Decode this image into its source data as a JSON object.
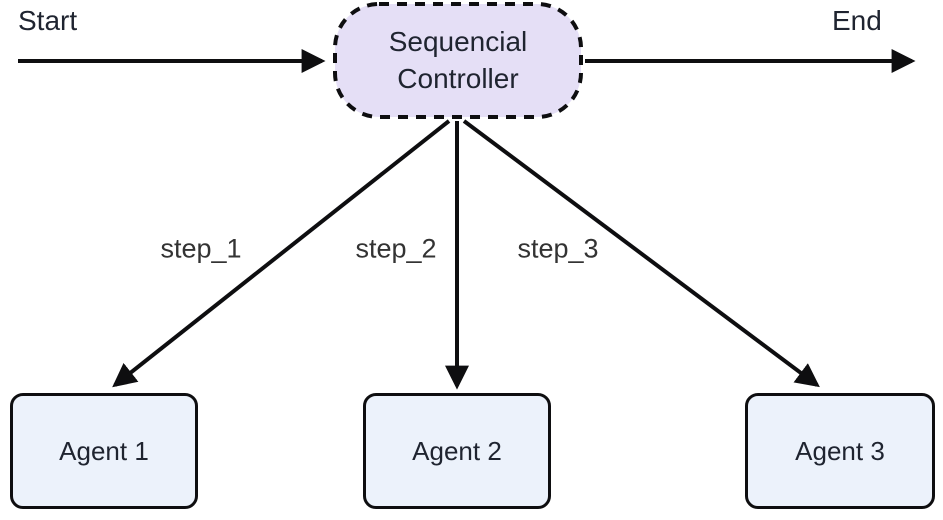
{
  "diagram": {
    "start_label": "Start",
    "end_label": "End",
    "controller": {
      "line1": "Sequencial",
      "line2": "Controller"
    },
    "edges": [
      {
        "label": "step_1"
      },
      {
        "label": "step_2"
      },
      {
        "label": "step_3"
      }
    ],
    "agents": [
      {
        "label": "Agent 1"
      },
      {
        "label": "Agent 2"
      },
      {
        "label": "Agent 3"
      }
    ],
    "colors": {
      "controller_fill": "#e5dff6",
      "agent_fill": "#ecf2fb",
      "stroke": "#0e0e10",
      "text": "#1f2430",
      "label_text": "#333333"
    }
  }
}
